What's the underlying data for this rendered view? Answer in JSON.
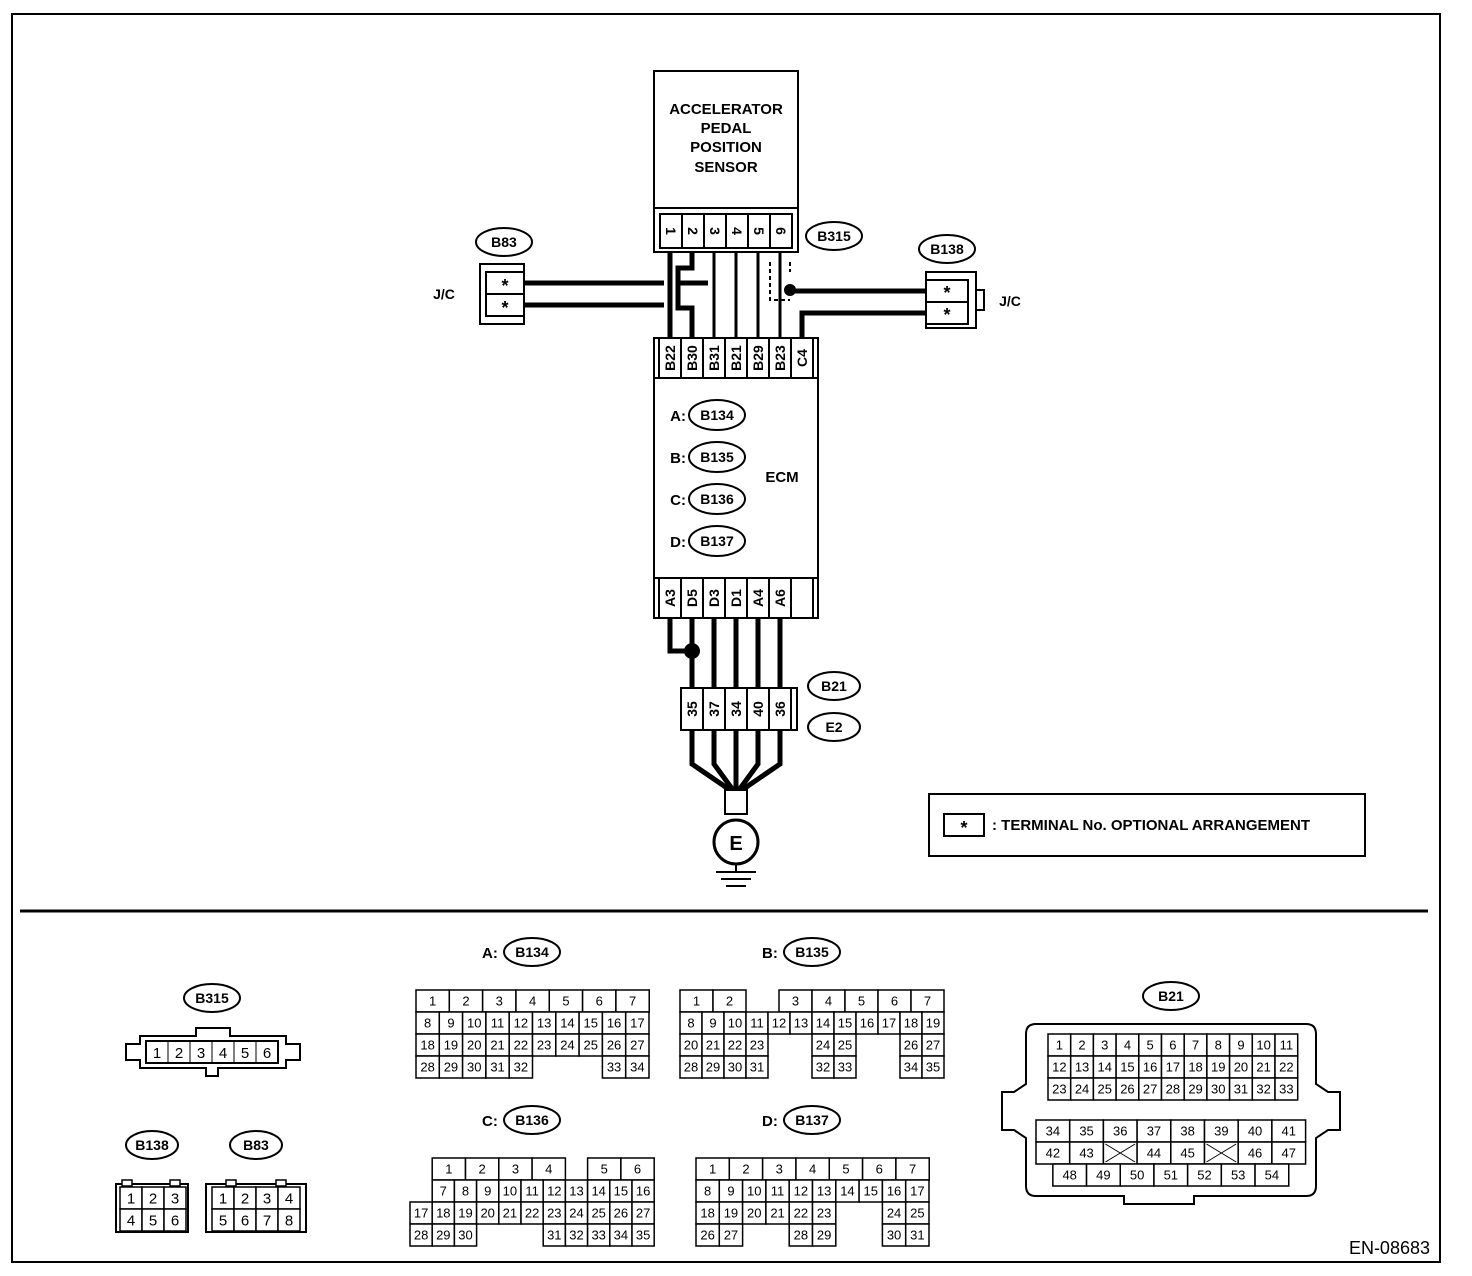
{
  "sensor": {
    "title": [
      "ACCELERATOR",
      "PEDAL",
      "POSITION",
      "SENSOR"
    ],
    "pins": [
      "1",
      "2",
      "3",
      "4",
      "5",
      "6"
    ],
    "connector": "B315"
  },
  "jc_left": {
    "connector": "B83",
    "label": "J/C",
    "pins": [
      "*",
      "*"
    ]
  },
  "jc_right": {
    "connector": "B138",
    "label": "J/C",
    "pins": [
      "*",
      "*"
    ]
  },
  "ecm": {
    "label": "ECM",
    "top_terminals": [
      "B22",
      "B30",
      "B31",
      "B21",
      "B29",
      "B23",
      "C4"
    ],
    "bottom_terminals": [
      "A3",
      "D5",
      "D3",
      "D1",
      "A4",
      "A6",
      ""
    ],
    "connectors": [
      {
        "prefix": "A:",
        "id": "B134"
      },
      {
        "prefix": "B:",
        "id": "B135"
      },
      {
        "prefix": "C:",
        "id": "B136"
      },
      {
        "prefix": "D:",
        "id": "B137"
      }
    ]
  },
  "joint": {
    "pins": [
      "35",
      "37",
      "34",
      "40",
      "36"
    ],
    "connectors": [
      "B21",
      "E2"
    ]
  },
  "ground": {
    "label": "E"
  },
  "legend": {
    "symbol": "*",
    "text": ": TERMINAL No. OPTIONAL ARRANGEMENT"
  },
  "views": {
    "b315": {
      "id": "B315",
      "pins": [
        "1",
        "2",
        "3",
        "4",
        "5",
        "6"
      ]
    },
    "b138": {
      "id": "B138",
      "rows": [
        [
          "1",
          "2",
          "3"
        ],
        [
          "4",
          "5",
          "6"
        ]
      ]
    },
    "b83": {
      "id": "B83",
      "rows": [
        [
          "1",
          "2",
          "3",
          "4"
        ],
        [
          "5",
          "6",
          "7",
          "8"
        ]
      ]
    },
    "a": {
      "prefix": "A:",
      "id": "B134",
      "rows": [
        [
          "1",
          "2",
          "3",
          "4",
          "5",
          "6",
          "7"
        ],
        [
          "8",
          "9",
          "10",
          "11",
          "12",
          "13",
          "14",
          "15",
          "16",
          "17"
        ],
        [
          "18",
          "19",
          "20",
          "21",
          "22",
          "23",
          "24",
          "25",
          "26",
          "27"
        ],
        [
          "28",
          "29",
          "30",
          "31",
          "32",
          "33",
          "34"
        ]
      ]
    },
    "b": {
      "prefix": "B:",
      "id": "B135",
      "rows": [
        [
          "1",
          "2",
          "3",
          "4",
          "5",
          "6",
          "7"
        ],
        [
          "8",
          "9",
          "10",
          "11",
          "12",
          "13",
          "14",
          "15",
          "16",
          "17",
          "18",
          "19"
        ],
        [
          "20",
          "21",
          "22",
          "23",
          "24",
          "25",
          "26",
          "27"
        ],
        [
          "28",
          "29",
          "30",
          "31",
          "32",
          "33",
          "34",
          "35"
        ]
      ]
    },
    "c": {
      "prefix": "C:",
      "id": "B136",
      "rows": [
        [
          "1",
          "2",
          "3",
          "4",
          "5",
          "6"
        ],
        [
          "7",
          "8",
          "9",
          "10",
          "11",
          "12",
          "13",
          "14",
          "15",
          "16"
        ],
        [
          "17",
          "18",
          "19",
          "20",
          "21",
          "22",
          "23",
          "24",
          "25",
          "26",
          "27"
        ],
        [
          "28",
          "29",
          "30",
          "31",
          "32",
          "33",
          "34",
          "35"
        ]
      ]
    },
    "d": {
      "prefix": "D:",
      "id": "B137",
      "rows": [
        [
          "1",
          "2",
          "3",
          "4",
          "5",
          "6",
          "7"
        ],
        [
          "8",
          "9",
          "10",
          "11",
          "12",
          "13",
          "14",
          "15",
          "16",
          "17"
        ],
        [
          "18",
          "19",
          "20",
          "21",
          "22",
          "23",
          "24",
          "25"
        ],
        [
          "26",
          "27",
          "28",
          "29",
          "30",
          "31"
        ]
      ]
    },
    "b21": {
      "id": "B21",
      "rows": [
        [
          "1",
          "2",
          "3",
          "4",
          "5",
          "6",
          "7",
          "8",
          "9",
          "10",
          "11"
        ],
        [
          "12",
          "13",
          "14",
          "15",
          "16",
          "17",
          "18",
          "19",
          "20",
          "21",
          "22"
        ],
        [
          "23",
          "24",
          "25",
          "26",
          "27",
          "28",
          "29",
          "30",
          "31",
          "32",
          "33"
        ],
        [
          "34",
          "35",
          "36",
          "37",
          "38",
          "39",
          "40",
          "41"
        ],
        [
          "42",
          "43",
          "44",
          "45",
          "46",
          "47"
        ],
        [
          "48",
          "49",
          "50",
          "51",
          "52",
          "53",
          "54"
        ]
      ]
    }
  },
  "figure_id": "EN-08683"
}
